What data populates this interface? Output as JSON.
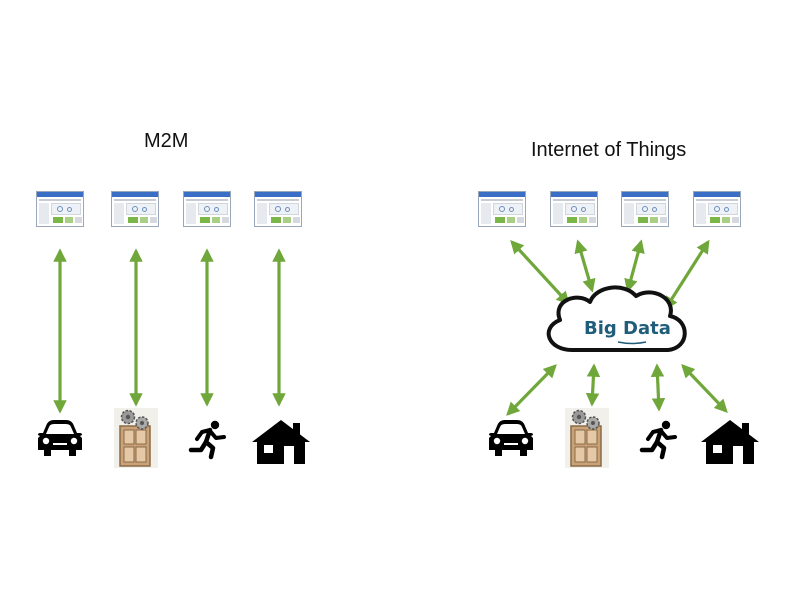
{
  "left_panel": {
    "title": "M2M"
  },
  "right_panel": {
    "title": "Internet of Things",
    "hub_label": "Big Data"
  },
  "devices": [
    "car-icon",
    "door-with-gears-icon",
    "running-person-icon",
    "house-icon"
  ],
  "colors": {
    "arrow": "#70a73b",
    "icon": "#000000",
    "cloud_text": "#1f5d7a"
  }
}
